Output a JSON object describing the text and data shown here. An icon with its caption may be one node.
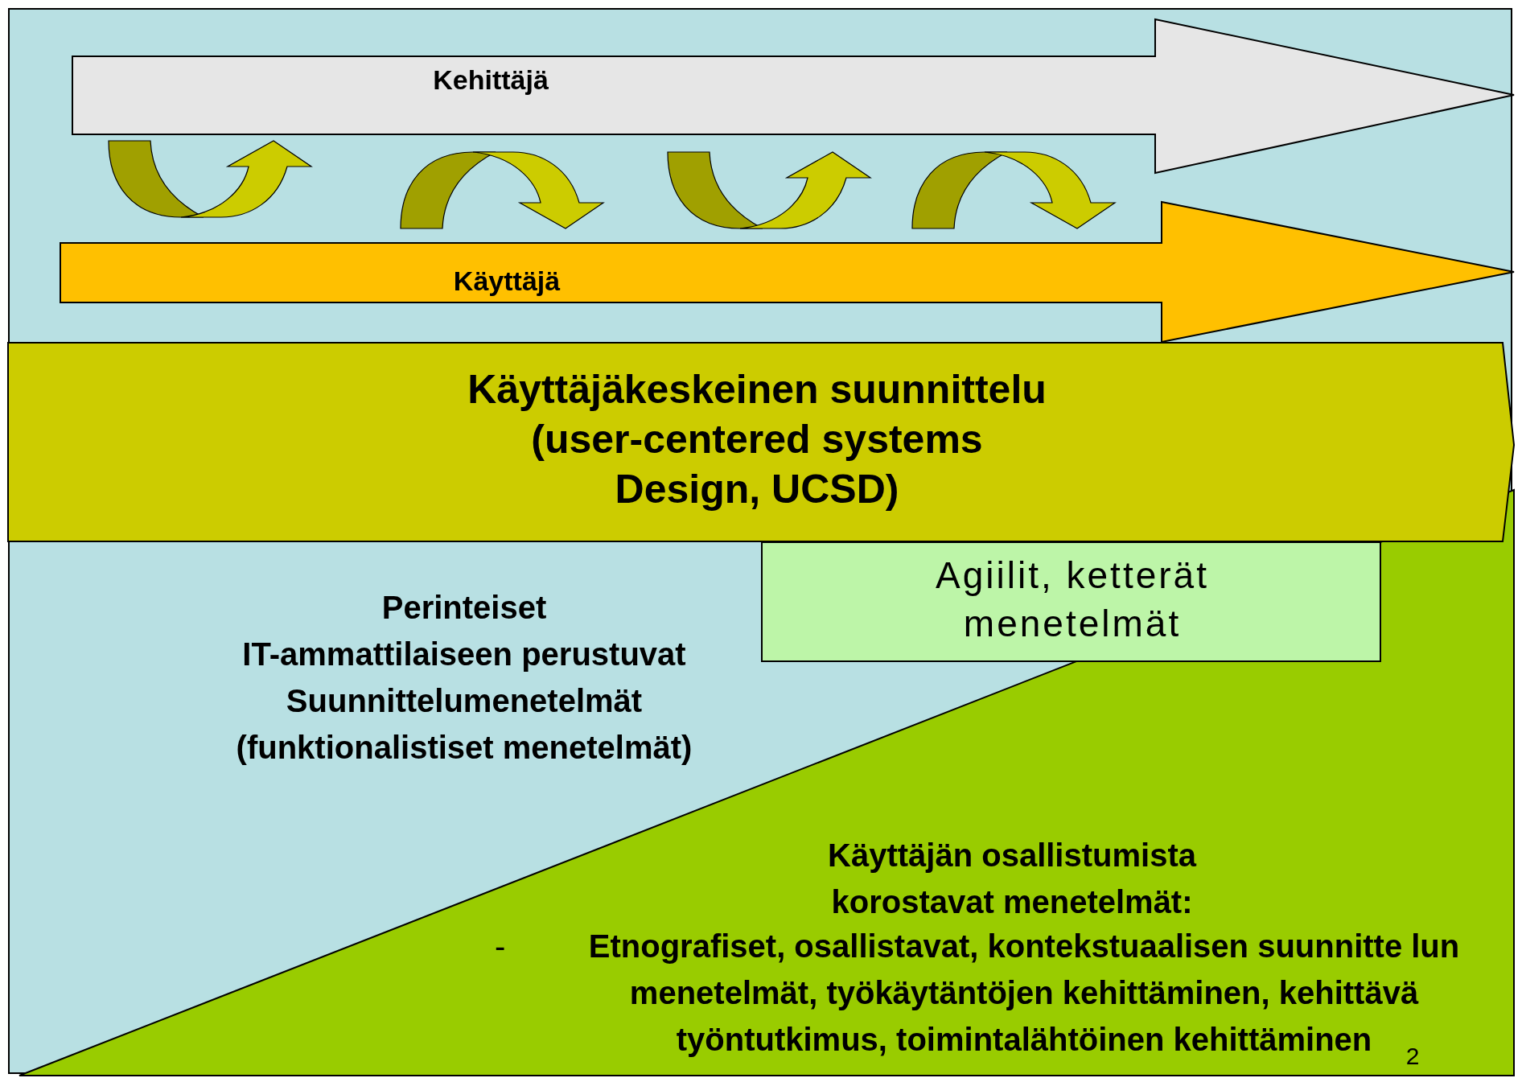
{
  "diagram": {
    "nodes": [
      {
        "text": [
          "Kehittäjä"
        ]
      },
      {
        "text": [
          "Käyttäjä"
        ]
      },
      {
        "text": [
          "Käyttäjäkeskeinen suunnittelu (user-centered systems Design, UCSD)"
        ]
      },
      {
        "text": [
          "Agiilit, ketterät menetelmät"
        ]
      },
      {
        "text": [
          "Käyttäjän osallistumista korostavat menetelmät:",
          "-",
          "Etnografiset, osallistavat, kontekstuaalisen suunnitte lun menetelmät, työkäytäntöjen kehittäminen, kehittävä työntutkimus, toimintalähtöinen kehittäminen"
        ]
      }
    ],
    "edges": [],
    "labels": [
      "Perinteiset",
      "IT-ammattilaiseen perustuvat Suunnittelumenetelmät (funktionalistiset menetelmät)",
      "2"
    ]
  }
}
